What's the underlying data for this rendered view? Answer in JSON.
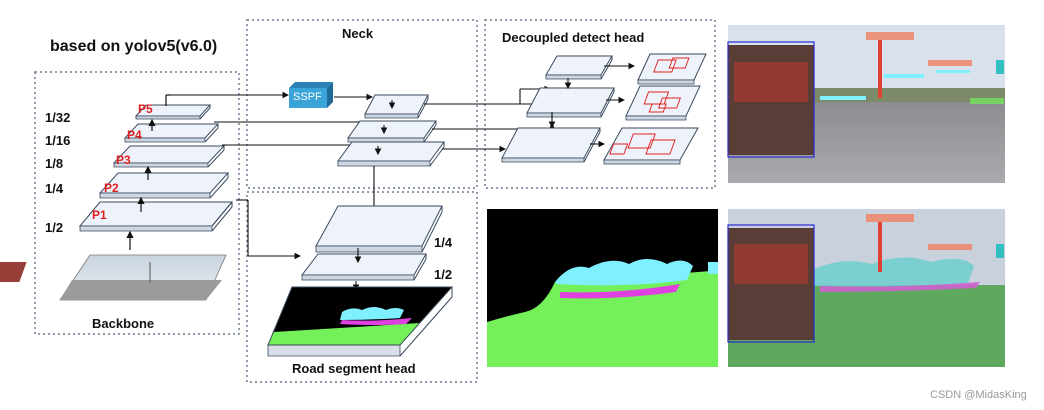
{
  "backbone": {
    "title": "based on yolov5(v6.0)",
    "label": "Backbone",
    "levels": [
      {
        "p": "P5",
        "scale": "1/32"
      },
      {
        "p": "P4",
        "scale": "1/16"
      },
      {
        "p": "P3",
        "scale": "1/8"
      },
      {
        "p": "P2",
        "scale": "1/4"
      },
      {
        "p": "P1",
        "scale": "1/2"
      }
    ]
  },
  "neck": {
    "title": "Neck",
    "sspf": "SSPF"
  },
  "detect_head": {
    "title": "Decoupled detect head"
  },
  "segment_head": {
    "title": "Road segment head",
    "scale_top": "1/4",
    "scale_bottom": "1/2"
  },
  "watermark": "CSDN @MidasKing",
  "colors": {
    "box_border": "#6b7c93",
    "plane_fill": "#eef3fb",
    "plane_edge": "#3a4a5e",
    "sspf": "#3aa3d8",
    "accent_red": "#e02020",
    "seg_black": "#000000",
    "seg_cyan": "#7ff0ff",
    "seg_green": "#73f05a",
    "seg_magenta": "#e040e0"
  }
}
